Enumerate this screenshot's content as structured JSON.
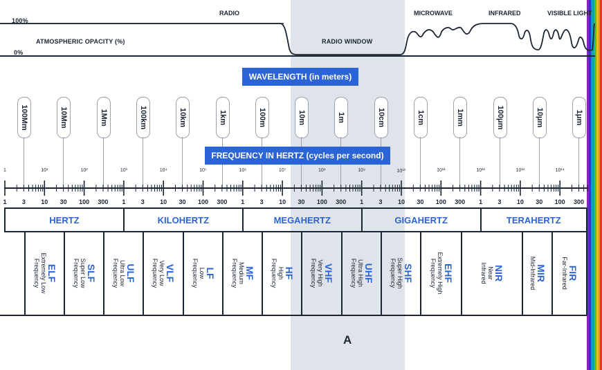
{
  "atmosphere": {
    "pct_top": "100%",
    "pct_bottom": "0%",
    "title": "ATMOSPHERIC OPACITY (%)",
    "radio": "RADIO",
    "radio_window": "RADIO WINDOW",
    "microwave": "MICROWAVE",
    "infrared": "INFRARED",
    "visible_light": "VISIBLE LIGHT"
  },
  "wavelength_title": "WAVELENGTH (in meters)",
  "frequency_title": "FREQUENCY IN HERTZ (cycles per second)",
  "wavelengths": [
    "100Mm",
    "10Mm",
    "1Mm",
    "100km",
    "10km",
    "1km",
    "100m",
    "10m",
    "1m",
    "10cm",
    "1cm",
    "1mm",
    "100μm",
    "10μm",
    "1μm"
  ],
  "exponents": [
    "1",
    "10¹",
    "10²",
    "10³",
    "10⁴",
    "10⁵",
    "10⁶",
    "10⁷",
    "10⁸",
    "10⁹",
    "10¹⁰",
    "10¹¹",
    "10¹²",
    "10¹³",
    "10¹⁴"
  ],
  "scale_numbers": [
    "1",
    "3",
    "10",
    "30",
    "100",
    "300",
    "1",
    "3",
    "10",
    "30",
    "100",
    "300",
    "1",
    "3",
    "10",
    "30",
    "100",
    "300",
    "1",
    "3",
    "10",
    "30",
    "100",
    "300",
    "1",
    "3",
    "10",
    "30",
    "100",
    "300"
  ],
  "units": [
    "HERTZ",
    "KILOHERTZ",
    "MEGAHERTZ",
    "GIGAHERTZ",
    "TERAHERTZ"
  ],
  "bands": [
    {
      "abbr": "ELF",
      "desc": [
        "Extremely Low",
        "Frequency"
      ]
    },
    {
      "abbr": "SLF",
      "desc": [
        "Super Low",
        "Frequency"
      ]
    },
    {
      "abbr": "ULF",
      "desc": [
        "Ultra Low",
        "Frequency"
      ]
    },
    {
      "abbr": "VLF",
      "desc": [
        "Very Low",
        "Frequency"
      ]
    },
    {
      "abbr": "LF",
      "desc": [
        "Low",
        "Frequency"
      ]
    },
    {
      "abbr": "MF",
      "desc": [
        "Medium",
        "Frequency"
      ]
    },
    {
      "abbr": "HF",
      "desc": [
        "High",
        "Frequency"
      ]
    },
    {
      "abbr": "VHF",
      "desc": [
        "Very High",
        "Frequency"
      ]
    },
    {
      "abbr": "UHF",
      "desc": [
        "Ultra High",
        "Frequency"
      ]
    },
    {
      "abbr": "SHF",
      "desc": [
        "Super High",
        "Frequency"
      ]
    },
    {
      "abbr": "EHF",
      "desc": [
        "Extremely High",
        "Frequency"
      ]
    },
    {
      "abbr": "NIR",
      "desc": [
        "Near",
        "Infrared"
      ]
    },
    {
      "abbr": "MIR",
      "desc": [
        "Mid-Infrared"
      ]
    },
    {
      "abbr": "FIR",
      "desc": [
        "Far-Infrared"
      ]
    }
  ],
  "highlight_label": "A",
  "colors": {
    "accent": "#2a64d6",
    "dark": "#1b2432",
    "shade": "#dfe4ea",
    "spectrum": [
      "#7b2cbf",
      "#3a2fd0",
      "#1f8be0",
      "#1aa39a",
      "#5cb83a",
      "#e0c11f",
      "#f08a1d",
      "#e0372a"
    ]
  }
}
